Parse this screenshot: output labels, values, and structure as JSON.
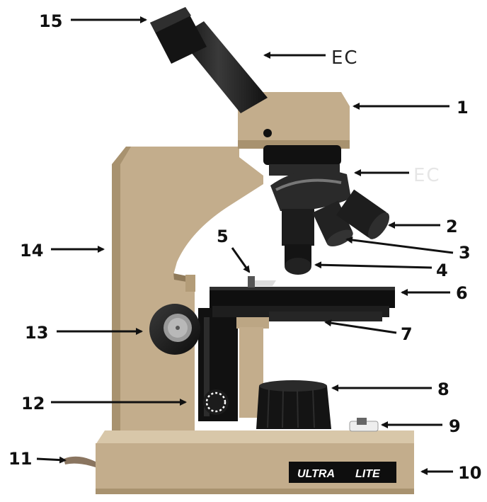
{
  "labels": {
    "l1": "1",
    "l2": "2",
    "l3": "3",
    "l4": "4",
    "l5": "5",
    "l6": "6",
    "l7": "7",
    "l8": "8",
    "l9": "9",
    "l10": "10",
    "l11": "11",
    "l12": "12",
    "l13": "13",
    "l14": "14",
    "l15": "15",
    "ec_top": "EC",
    "ec_mid": "EC"
  },
  "brand": {
    "ultra": "ULTRA",
    "lite": "LITE"
  },
  "colors": {
    "body": "#c3ad8c",
    "body_shadow": "#a8926f",
    "body_light": "#d6c4a6",
    "dark": "#1a1a1a",
    "ec_top": "#222222",
    "ec_mid": "#e6e6e6"
  }
}
